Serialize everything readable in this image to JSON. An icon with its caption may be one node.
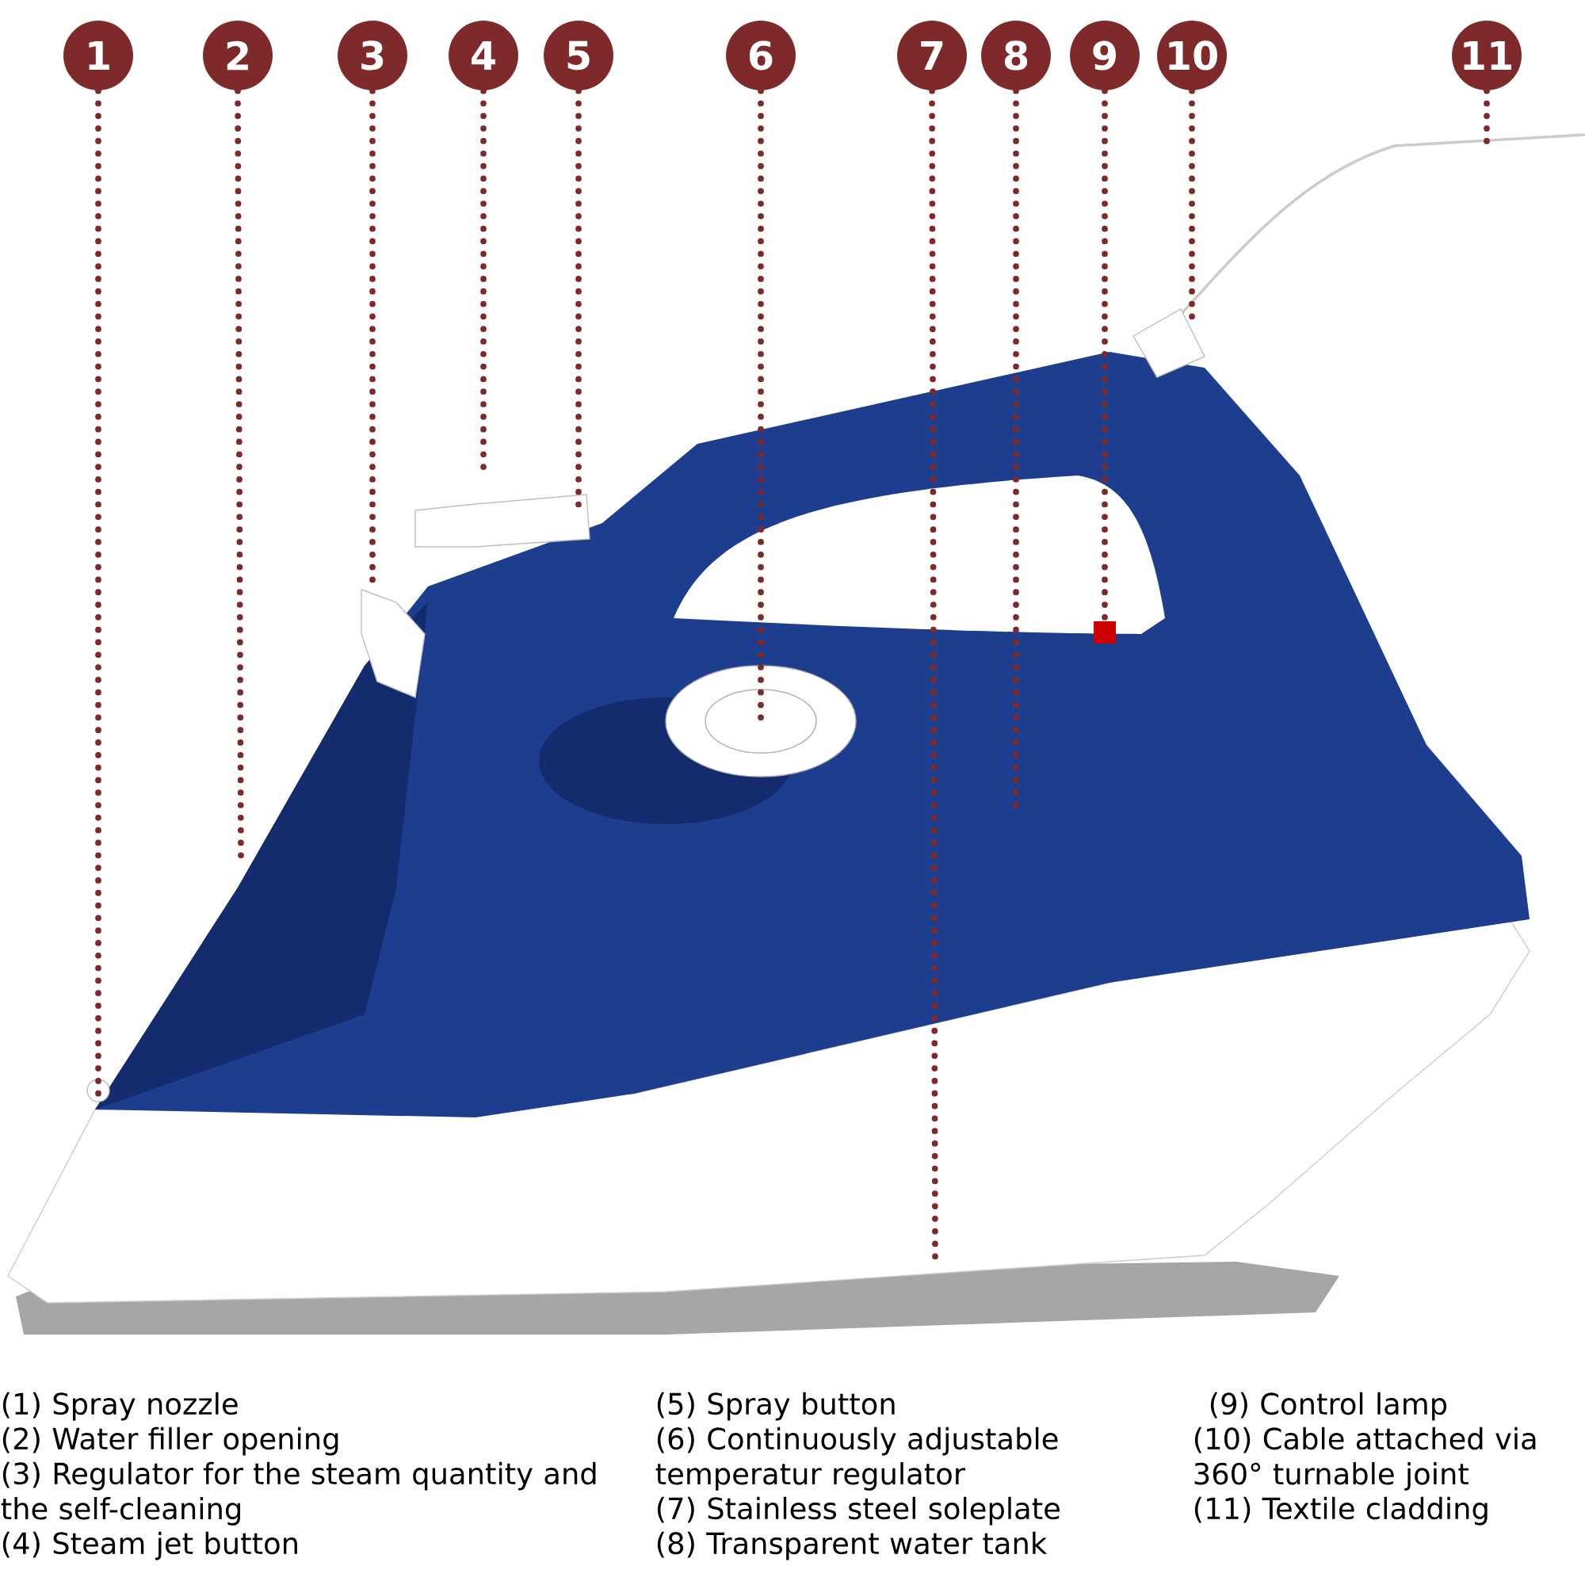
{
  "diagram": {
    "nodes": [
      {
        "text": [
          "1"
        ]
      },
      {
        "text": [
          "2"
        ]
      },
      {
        "text": [
          "3"
        ]
      },
      {
        "text": [
          "4"
        ]
      },
      {
        "text": [
          "5"
        ]
      },
      {
        "text": [
          "6"
        ]
      },
      {
        "text": [
          "7"
        ]
      },
      {
        "text": [
          "8"
        ]
      },
      {
        "text": [
          "9"
        ]
      },
      {
        "text": [
          "10"
        ]
      },
      {
        "text": [
          "11"
        ]
      }
    ],
    "edges": [
      {
        "from": 0,
        "to": null,
        "arrow": "none"
      },
      {
        "from": 1,
        "to": null,
        "arrow": "none"
      },
      {
        "from": 2,
        "to": null,
        "arrow": "none"
      },
      {
        "from": 3,
        "to": null,
        "arrow": "none"
      },
      {
        "from": 4,
        "to": null,
        "arrow": "none"
      },
      {
        "from": 5,
        "to": null,
        "arrow": "none"
      },
      {
        "from": 6,
        "to": null,
        "arrow": "none"
      },
      {
        "from": 7,
        "to": null,
        "arrow": "none"
      },
      {
        "from": 8,
        "to": null,
        "arrow": "none"
      },
      {
        "from": 9,
        "to": null,
        "arrow": "none"
      },
      {
        "from": 10,
        "to": null,
        "arrow": "none"
      }
    ],
    "labels": [
      "(1) Spray nozzle",
      "(5) Spray button",
      "(9) Control lamp",
      "(2) Water filler opening",
      "(6) Continuously adjustable temperatur regulator",
      "(10) Cable attached via 360° turnable joint",
      "(3) Regulator for the steam quantity and the self-cleaning",
      "(7) Stainless steel soleplate",
      "(11) Textile cladding",
      "(4) Steam jet button",
      "(8) Transparent water tank"
    ]
  }
}
